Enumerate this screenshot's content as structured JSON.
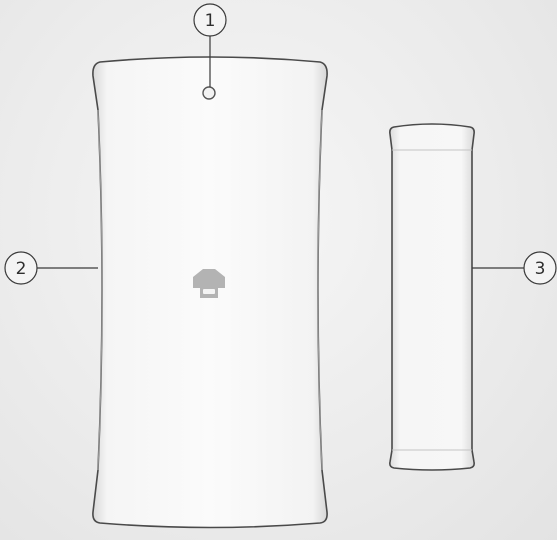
{
  "callouts": [
    {
      "id": "1",
      "label": "1"
    },
    {
      "id": "2",
      "label": "2"
    },
    {
      "id": "3",
      "label": "3"
    }
  ],
  "colors": {
    "background": "#ececec",
    "device_body": "#f4f4f4",
    "device_outline": "#4a4a4a",
    "leader_line": "#3a3a3a",
    "logo": "#b3b3b3"
  },
  "icons": {
    "indicator": "led-indicator-icon",
    "logo": "house-logo-icon"
  }
}
